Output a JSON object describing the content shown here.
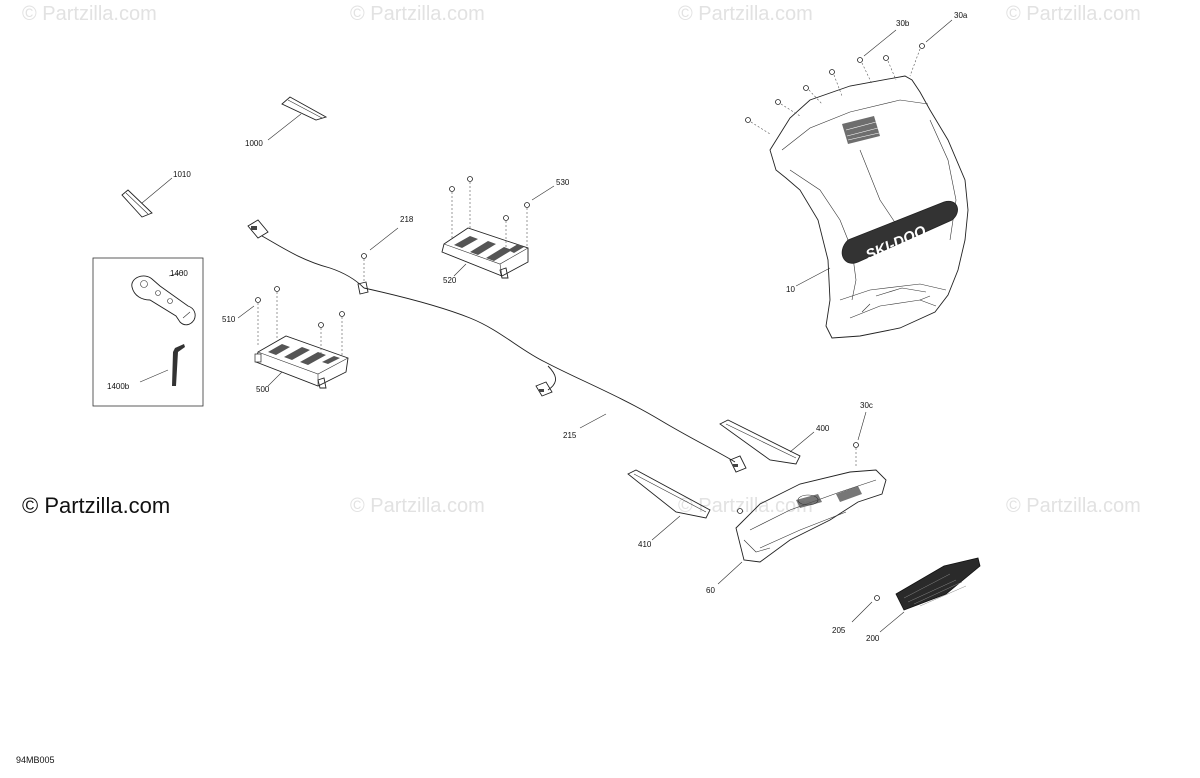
{
  "watermarks": {
    "small": "© Partzilla.com",
    "main": "© Partzilla.com"
  },
  "diagram_code": "94MB005",
  "logo_text": "SKI-DOO",
  "callouts": {
    "p10": "10",
    "p30a": "30a",
    "p30b": "30b",
    "p30c": "30c",
    "p60": "60",
    "p200": "200",
    "p205": "205",
    "p215": "215",
    "p218": "218",
    "p400": "400",
    "p410": "410",
    "p500": "500",
    "p510": "510",
    "p520": "520",
    "p530": "530",
    "p1000": "1000",
    "p1010": "1010",
    "p1400": "1400",
    "p1400b": "1400b"
  }
}
